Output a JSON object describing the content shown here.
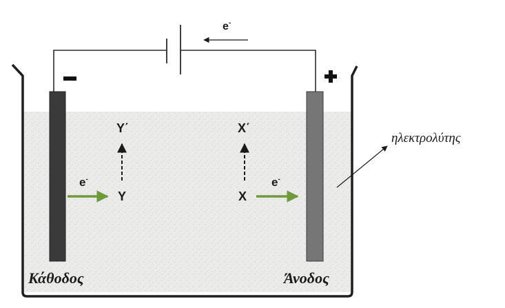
{
  "circuit": {
    "electron_label": "e",
    "electron_sup": "-",
    "negative_sign": "−",
    "positive_sign": "+"
  },
  "cathode": {
    "label": "Κάθοδος",
    "electron_label": "e",
    "electron_sup": "-",
    "species": "Y",
    "product": "Y΄"
  },
  "anode": {
    "label": "Άνοδος",
    "electron_label": "e",
    "electron_sup": "-",
    "species": "X",
    "product": "X΄"
  },
  "electrolyte": {
    "label": "ηλεκτρολύτης"
  },
  "colors": {
    "cathode": "#3a3a3a",
    "anode": "#767676",
    "electron_arrow": "#6f9a3a",
    "solution": "#ececec",
    "wire": "#2a2a2a"
  }
}
